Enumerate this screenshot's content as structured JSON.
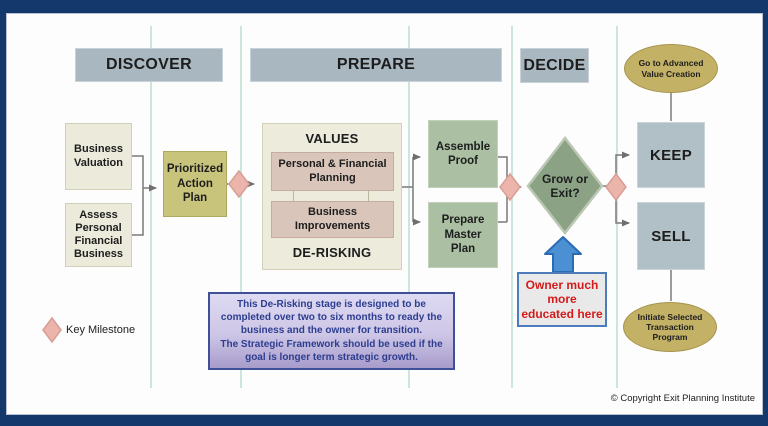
{
  "stages": {
    "discover": "DISCOVER",
    "prepare": "PREPARE",
    "decide": "DECIDE"
  },
  "discover": {
    "business_valuation": "Business Valuation",
    "assess_personal": "Assess Personal Financial Business",
    "prioritized_action_plan": "Prioritized Action Plan"
  },
  "prepare": {
    "values": "VALUES",
    "personal_financial_planning": "Personal & Financial Planning",
    "business_improvements": "Business Improvements",
    "de_risking": "DE-RISKING",
    "assemble_proof": "Assemble Proof",
    "prepare_master_plan": "Prepare Master Plan"
  },
  "decide": {
    "grow_or_exit": "Grow or Exit?",
    "keep": "KEEP",
    "sell": "SELL",
    "go_to_advanced": "Go to Advanced Value Creation",
    "initiate_transaction": "Initiate Selected Transaction Program",
    "owner_educated": "Owner much more educated here"
  },
  "note": {
    "line1": "This De-Risking stage is designed to be completed over two to six months to ready the business and the owner for transition.",
    "line2": "The Strategic Framework should be used if the goal is longer term strategic growth."
  },
  "legend": {
    "key_milestone": "Key Milestone"
  },
  "footer": {
    "copyright": "© Copyright Exit Planning Institute"
  },
  "colors": {
    "frame_navy": "#14386b",
    "stage_header_gray": "#a9b8c0",
    "cream_box": "#ebeadb",
    "olive_box": "#c9c47c",
    "tan_box": "#d9c5b9",
    "sage_box": "#abc0a3",
    "decision_green": "#8ba284",
    "slate_box": "#b1c0c6",
    "khaki_oval": "#c3b166",
    "milestone_pink": "#ecb5ac",
    "divider_teal": "#cbe7da",
    "arrow_blue": "#4a90d2",
    "alert_red": "#d41b1b",
    "note_purple_border": "#3f5098"
  }
}
